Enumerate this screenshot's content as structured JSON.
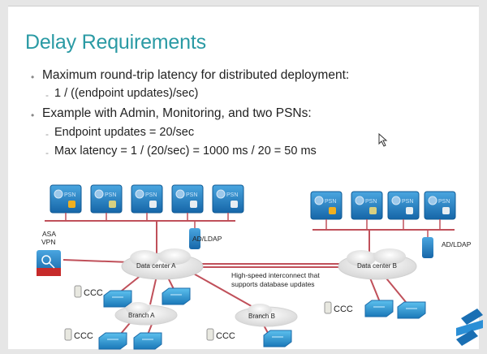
{
  "slide": {
    "title": "Delay Requirements",
    "bullets": [
      {
        "text": "Maximum round-trip latency for distributed deployment:",
        "subs": [
          "1 / ((endpoint updates)/sec)"
        ]
      },
      {
        "text": "Example with Admin, Monitoring, and two PSNs:",
        "subs": [
          "Endpoint updates = 20/sec",
          "Max latency = 1 / (20/sec) = 1000 ms / 20 = 50 ms"
        ]
      }
    ]
  },
  "diagram": {
    "left_nodes": [
      "PSN",
      "PSN",
      "PSN",
      "PSN",
      "PSN"
    ],
    "right_nodes": [
      "PSN",
      "PSN",
      "PSN",
      "PSN"
    ],
    "ad_ldap_left": "AD/LDAP",
    "ad_ldap_right": "AD/LDAP",
    "asa_vpn_line1": "ASA",
    "asa_vpn_line2": "VPN",
    "datacenter_a": "Data center A",
    "datacenter_b": "Data center B",
    "interconnect_line1": "High-speed interconnect that",
    "interconnect_line2": "supports database updates",
    "branch_a": "Branch A",
    "branch_b": "Branch B",
    "wireless_glyph": "CCC"
  },
  "colors": {
    "title": "#2a9aa4",
    "link": "#c0505a",
    "node_blue": "#1f7fc4"
  }
}
